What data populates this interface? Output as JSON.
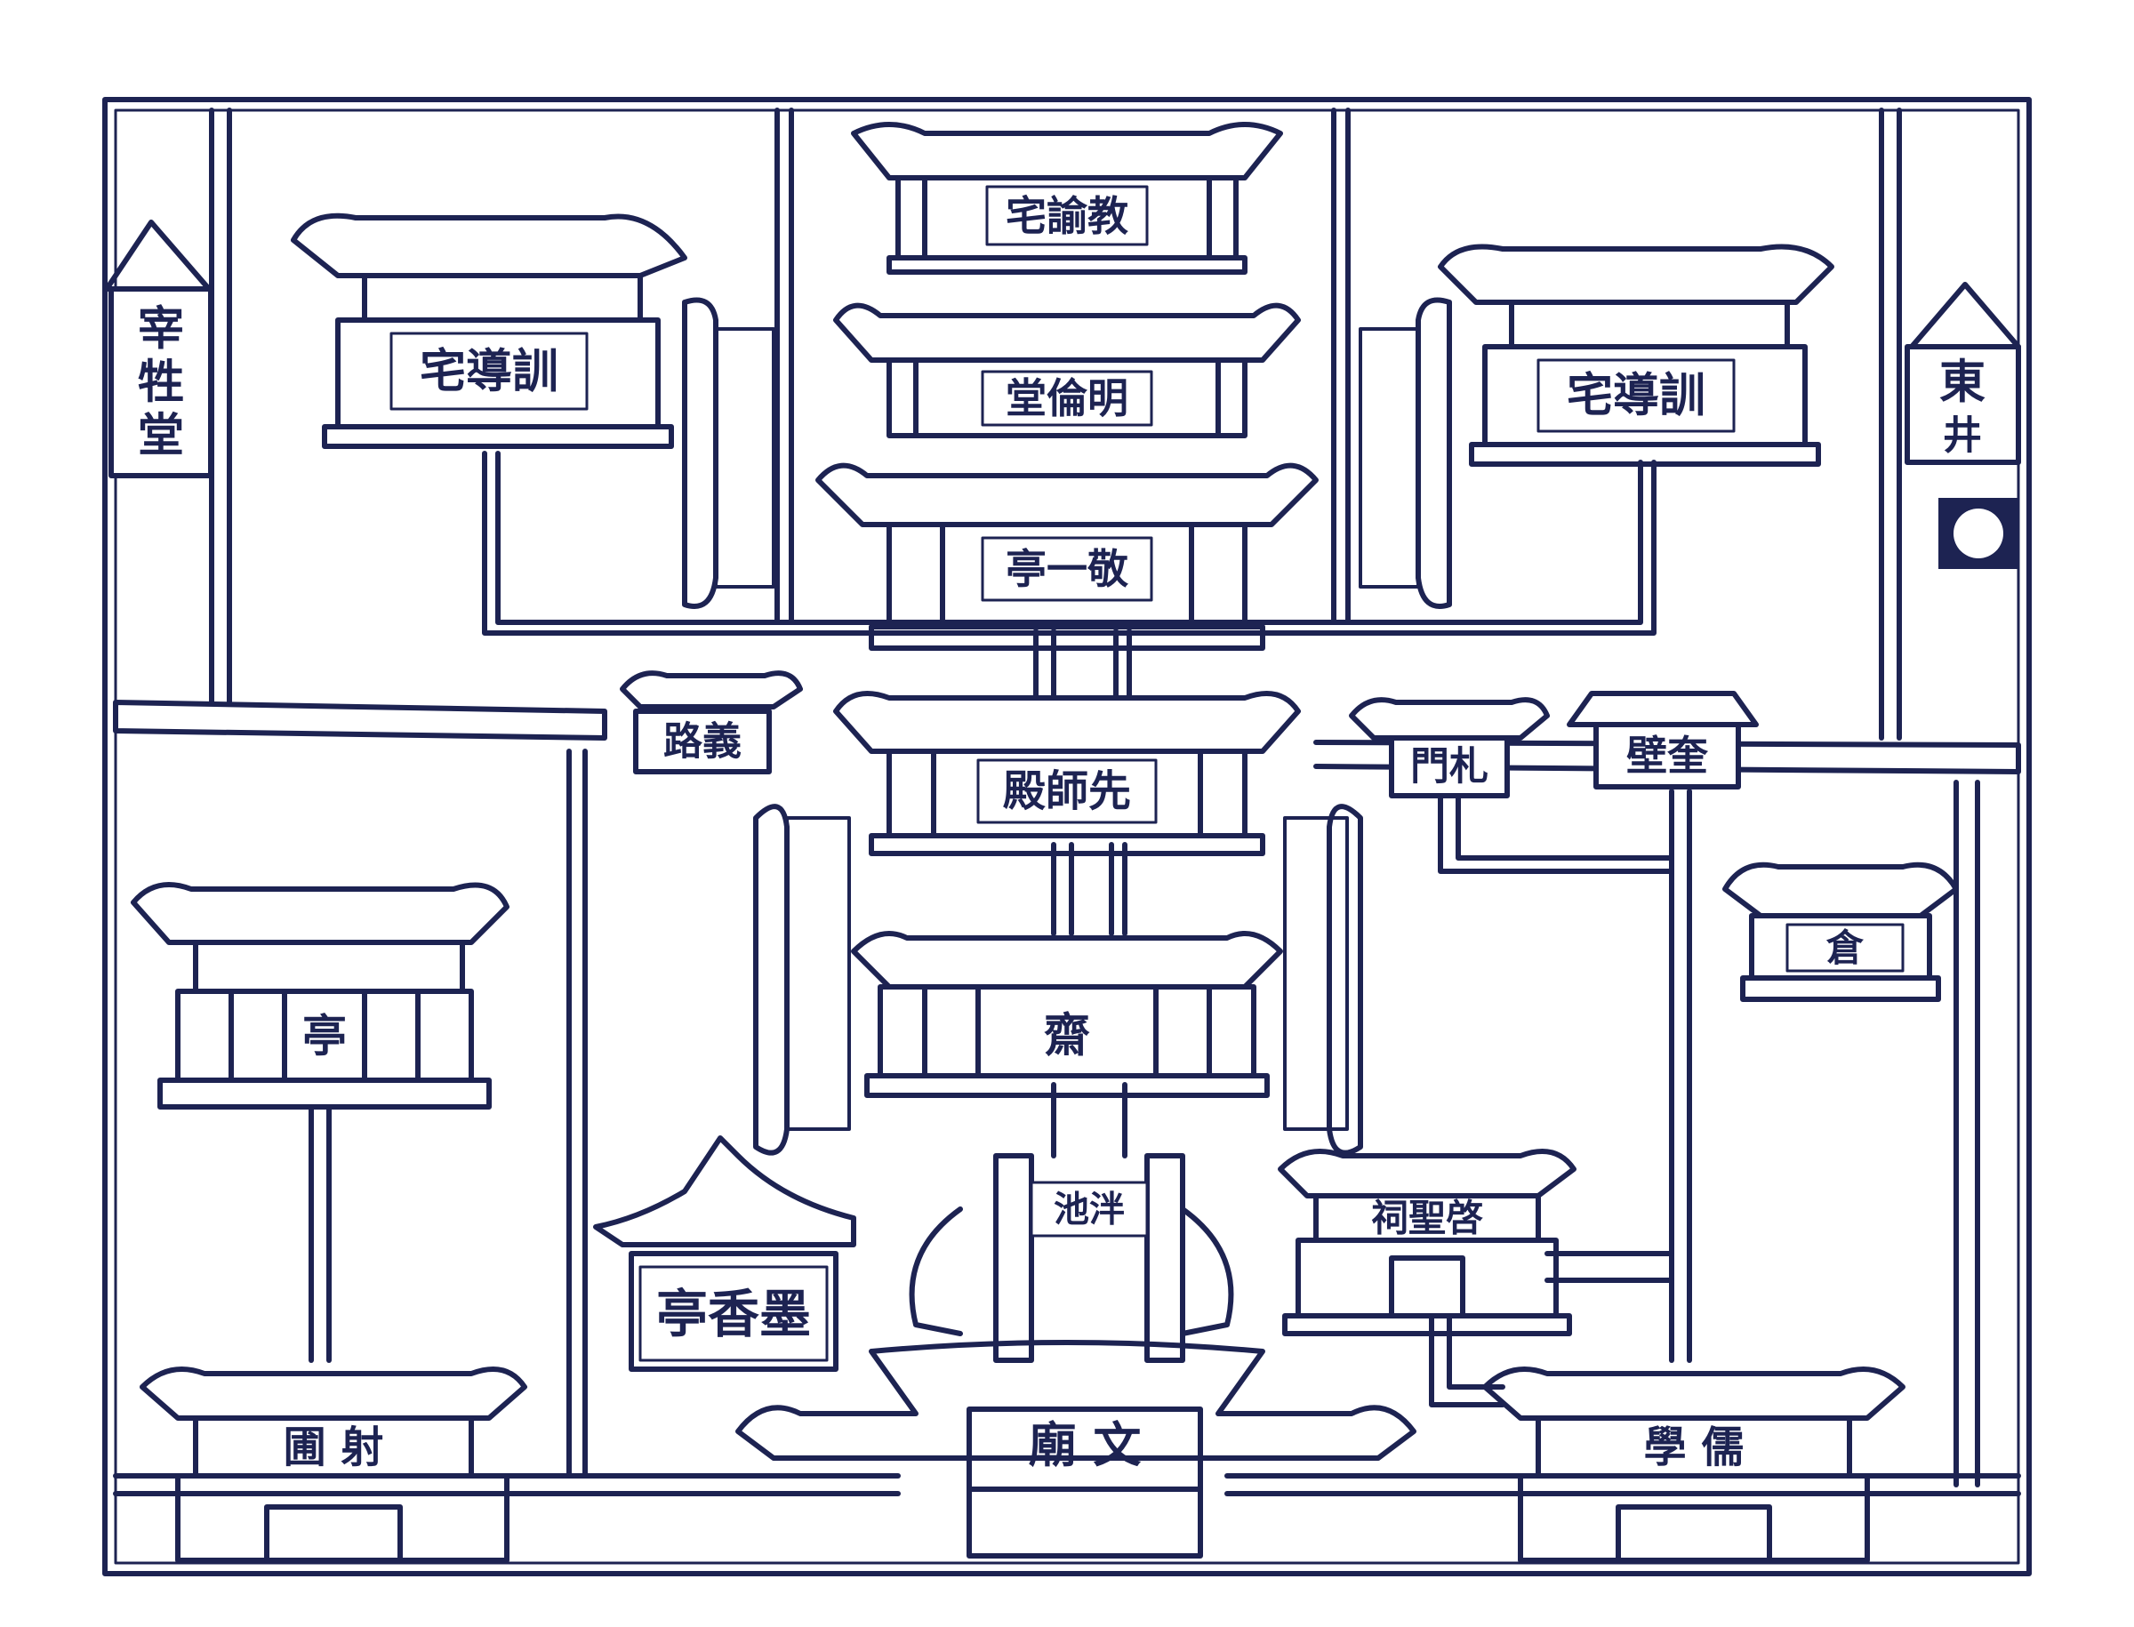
{
  "colors": {
    "ink": "#1d2352",
    "paper": "#ffffff"
  },
  "diagram": {
    "buildings": {
      "jing_yi_ting": "亭一敬",
      "ming_lun_tang": "堂倫明",
      "jiao_yu_zhai": "宅諭教",
      "xun_dao_left": "宅導訓",
      "xun_dao_right": "宅導訓",
      "xian_shi_dian": "殿師先",
      "zhai": "齋",
      "yi_lu": "路義",
      "li_men": "門札",
      "kui_bi": "壁奎",
      "cang": "倉",
      "ting_left": "亭",
      "mo_xiang_ting": "亭香墨",
      "she_pu": "圃 射",
      "wen_miao": "廟 文",
      "ru_xue": "學 儒",
      "qi_sheng_ci": "祠聖啓",
      "pan_chi": "池泮"
    },
    "side_labels": {
      "left_edge": "宰牲堂",
      "right_edge": "東井"
    }
  }
}
